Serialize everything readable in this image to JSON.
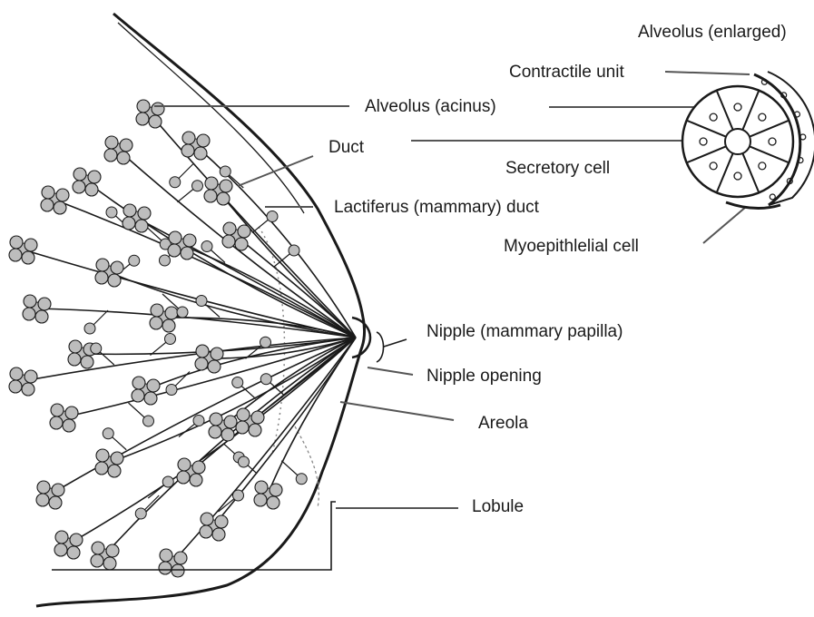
{
  "labels": {
    "alveolus_enlarged": "Alveolus (enlarged)",
    "contractile_unit": "Contractile unit",
    "alveolus_acinus": "Alveolus (acinus)",
    "duct": "Duct",
    "secretory_cell": "Secretory cell",
    "lactiferus_duct": "Lactiferus (mammary) duct",
    "myoepithelial_cell": "Myoepithlelial cell",
    "nipple": "Nipple (mammary papilla)",
    "nipple_opening": "Nipple opening",
    "areola": "Areola",
    "lobule": "Lobule"
  },
  "colors": {
    "ink": "#1a1a1a",
    "leader": "#555555",
    "lobule_fill": "#bdbdbd",
    "background": "#ffffff"
  }
}
